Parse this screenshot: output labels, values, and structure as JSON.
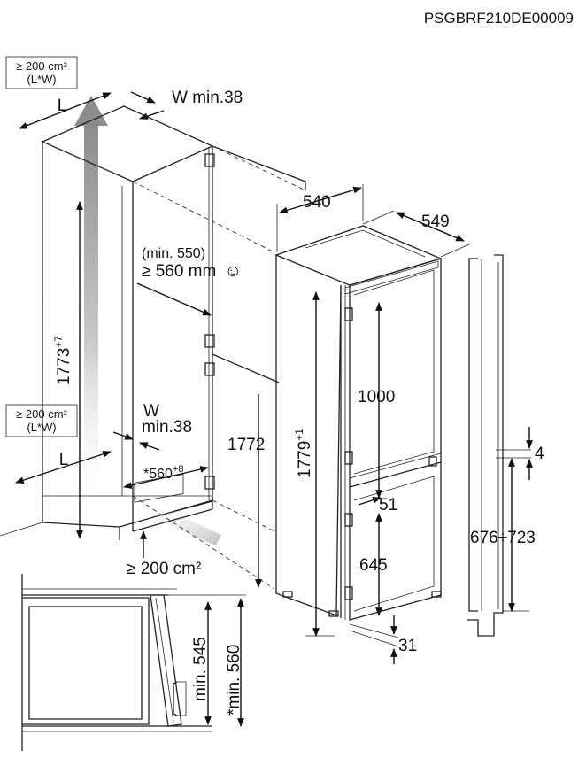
{
  "doc_code": "PSGBRF210DE00009",
  "vent_box": {
    "line1": "≥ 200 cm²",
    "line2": "(L*W)"
  },
  "vent_box_lower": {
    "line1": "≥ 200 cm²",
    "line2": "(L*W)"
  },
  "labels": {
    "L_top": "L",
    "W_min_top": "W min.38",
    "dim_540": "540",
    "dim_549": "549",
    "min_550": "(min. 550)",
    "min_560": "≥ 560 mm",
    "smiley": "☺",
    "niche_height_main": "1773",
    "niche_height_sup": "+7",
    "W_lower": "W",
    "W_min_lower": "min.38",
    "L_lower": "L",
    "depth_560_main": "*560",
    "depth_560_sup": "+8",
    "vent_bottom": "≥ 200 cm²",
    "dim_1772": "1772",
    "dim_1779_main": "1779",
    "dim_1779_sup": "+1",
    "dim_1000": "1000",
    "dim_51": "51",
    "dim_645": "645",
    "dim_31": "31",
    "dim_4": "4",
    "dim_676_723": "676÷723",
    "min_545": "min. 545",
    "min_560_star": "*min. 560"
  },
  "colors": {
    "stroke": "#222222",
    "airflow_arrow": "#9a9a9a",
    "background": "#ffffff"
  }
}
